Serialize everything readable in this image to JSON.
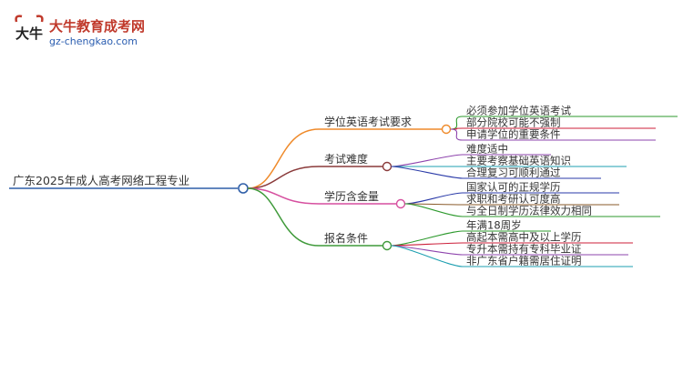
{
  "brand": {
    "name": "大牛教育成考网",
    "url": "gz-chengkao.com",
    "logo_text": "大牛",
    "logo_icon": "bull-logo-icon"
  },
  "mindmap": {
    "root": "广东2025年成人高考网络工程专业",
    "colors": {
      "root": "#2f5fa8",
      "branches": [
        "#ef8a2a",
        "#8a3a3a",
        "#d64f9f",
        "#3f9a3a"
      ],
      "leaf_lines": [
        "#2e9a2e",
        "#cc1f3a",
        "#8e44ad",
        "#1c9fb0",
        "#2a3aa8",
        "#8a5a2a"
      ]
    },
    "branches": [
      {
        "label": "学位英语考试要求",
        "children": [
          "必须参加学位英语考试",
          "部分院校可能不强制",
          "申请学位的重要条件"
        ]
      },
      {
        "label": "考试难度",
        "children": [
          "难度适中",
          "主要考察基础英语知识",
          "合理复习可顺利通过"
        ]
      },
      {
        "label": "学历含金量",
        "children": [
          "国家认可的正规学历",
          "求职和考研认可度高",
          "与全日制学历法律效力相同"
        ]
      },
      {
        "label": "报名条件",
        "children": [
          "年满18周岁",
          "高起本需高中及以上学历",
          "专升本需持有专科毕业证",
          "非广东省户籍需居住证明"
        ]
      }
    ]
  }
}
